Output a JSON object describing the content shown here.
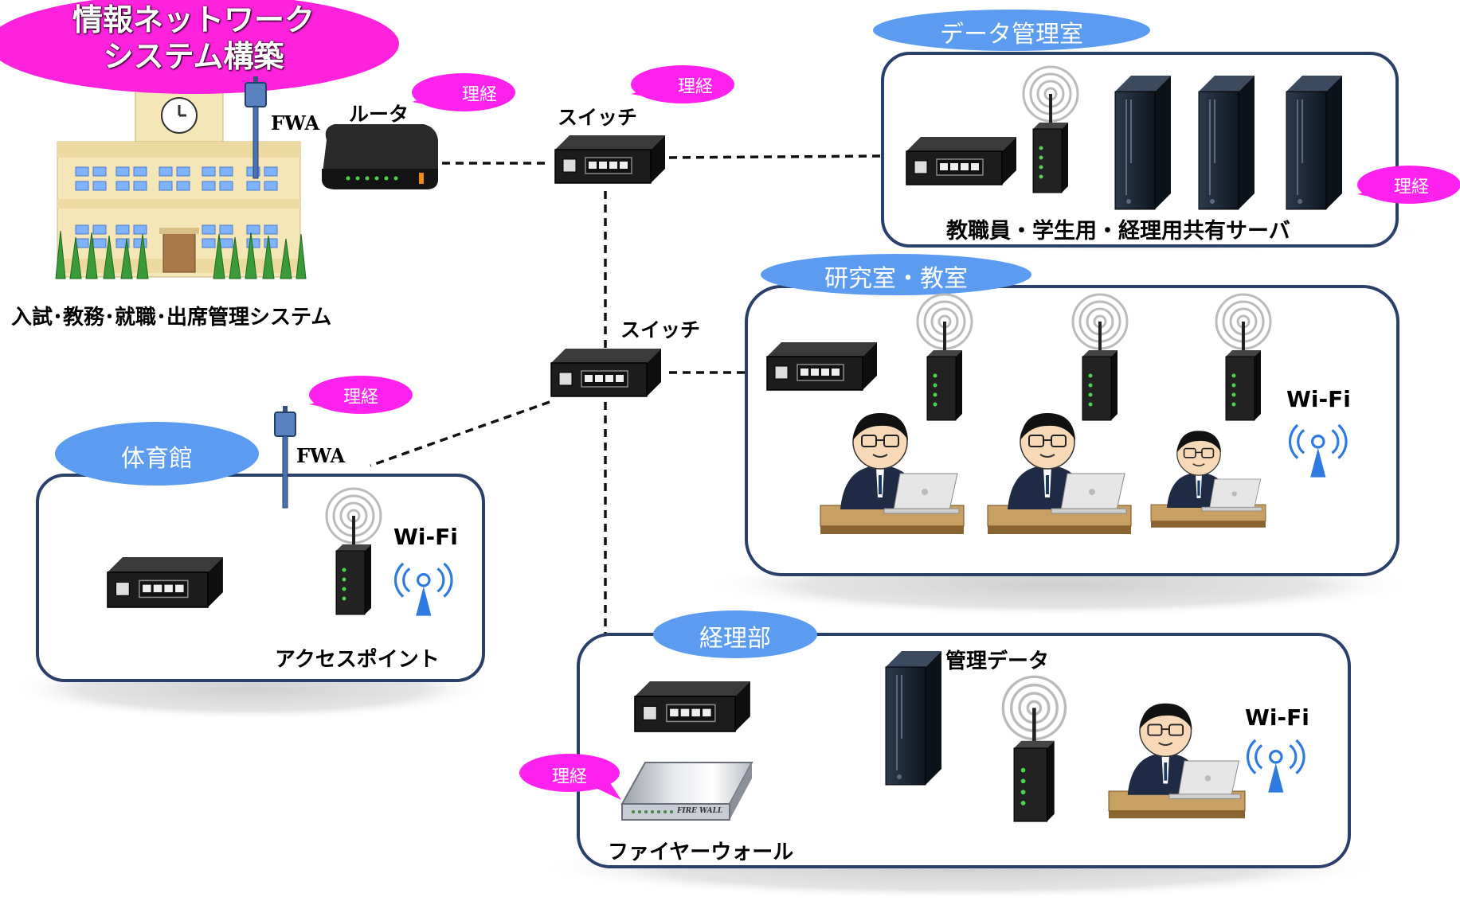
{
  "title_lines": [
    "情報ネットワーク",
    "システム構築"
  ],
  "school": {
    "fwa_label": "FWA",
    "router_label": "ルータ",
    "systems_label": "入試･教務･就職･出席管理システム"
  },
  "switches": {
    "top_label": "スイッチ",
    "middle_label": "スイッチ"
  },
  "badges": {
    "text": "理経"
  },
  "data_room": {
    "title": "データ管理室",
    "servers_label": "教職員・学生用・経理用共有サーバ"
  },
  "lab_room": {
    "title": "研究室・教室",
    "wifi_label": "Wi-Fi"
  },
  "gym": {
    "title": "体育館",
    "fwa_label": "FWA",
    "wifi_label": "Wi-Fi",
    "ap_label": "アクセスポイント"
  },
  "accounting": {
    "title": "経理部",
    "data_label": "管理データ",
    "wifi_label": "Wi-Fi",
    "firewall_label": "ファイヤーウォール",
    "firewall_device_text": "FIRE WALL"
  },
  "colors": {
    "title_magenta": "#ff22dd",
    "badge_magenta": "#ff22ee",
    "room_pill_blue": "#5b9bf0",
    "room_border": "#2b3f6b",
    "wifi_blue": "#2f7ae0",
    "device_black": "#1a1a1a",
    "server_navy": "#1e2a3a"
  }
}
